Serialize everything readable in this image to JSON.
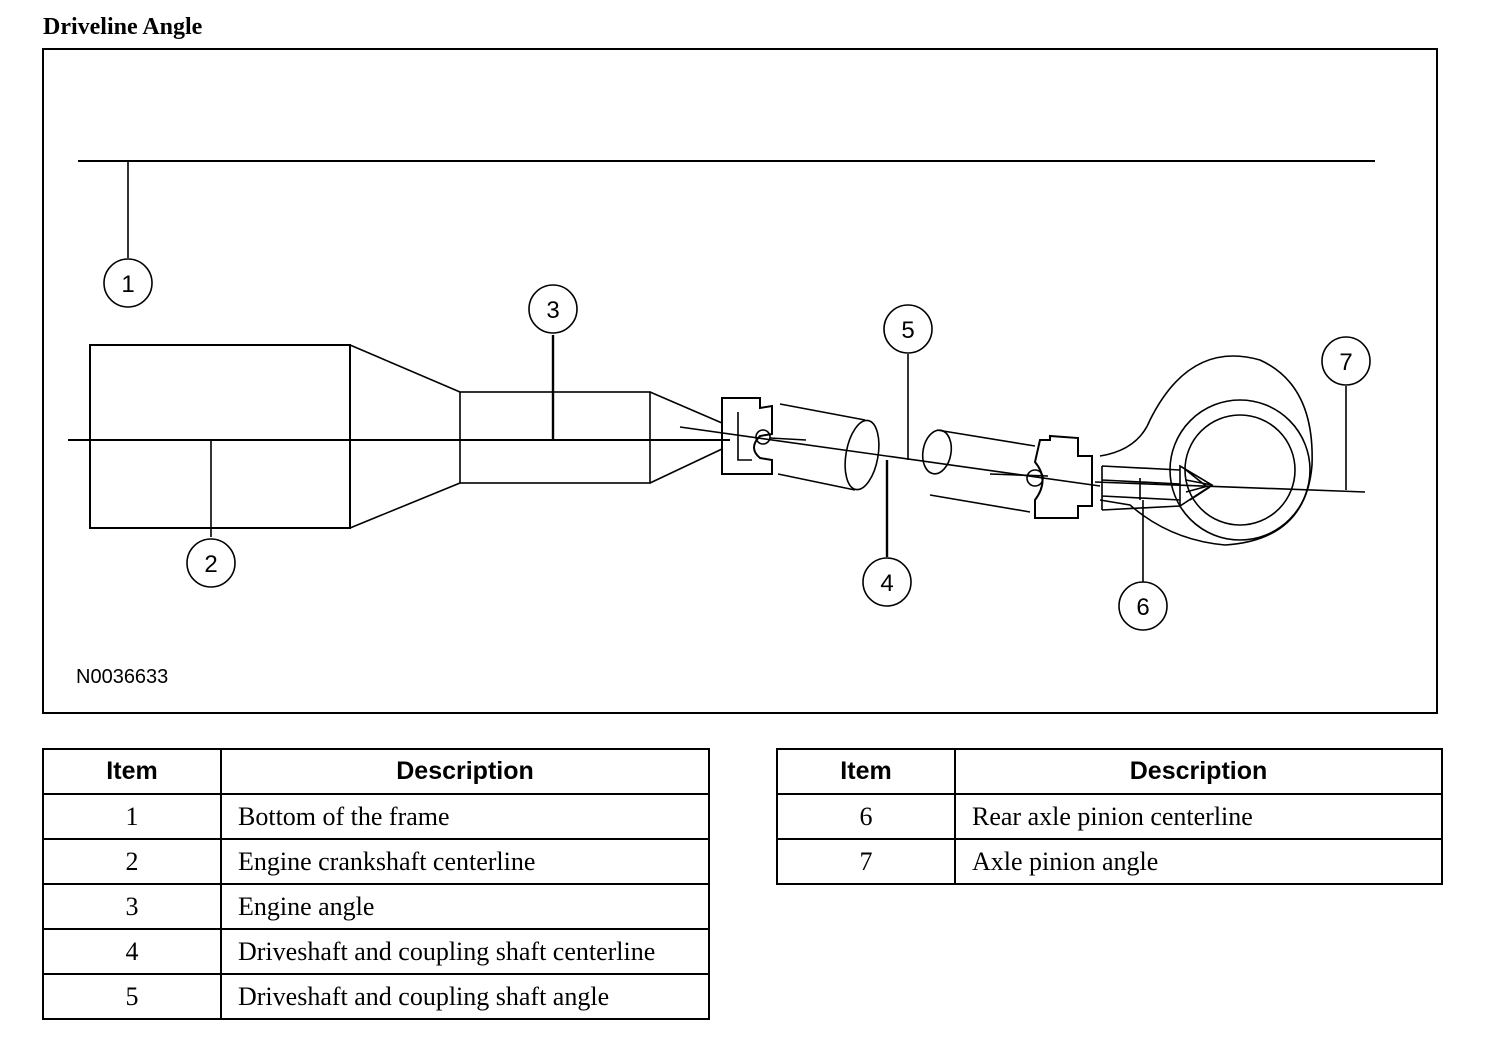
{
  "title": "Driveline Angle",
  "figure_code": "N0036633",
  "callouts": [
    "1",
    "2",
    "3",
    "4",
    "5",
    "6",
    "7"
  ],
  "legend_header": {
    "item": "Item",
    "description": "Description"
  },
  "legend_left": [
    {
      "item": "1",
      "description": "Bottom of the frame"
    },
    {
      "item": "2",
      "description": "Engine crankshaft centerline"
    },
    {
      "item": "3",
      "description": "Engine angle"
    },
    {
      "item": "4",
      "description": "Driveshaft and coupling shaft centerline"
    },
    {
      "item": "5",
      "description": "Driveshaft and coupling shaft angle"
    }
  ],
  "legend_right": [
    {
      "item": "6",
      "description": "Rear axle pinion centerline"
    },
    {
      "item": "7",
      "description": "Axle pinion angle"
    }
  ]
}
